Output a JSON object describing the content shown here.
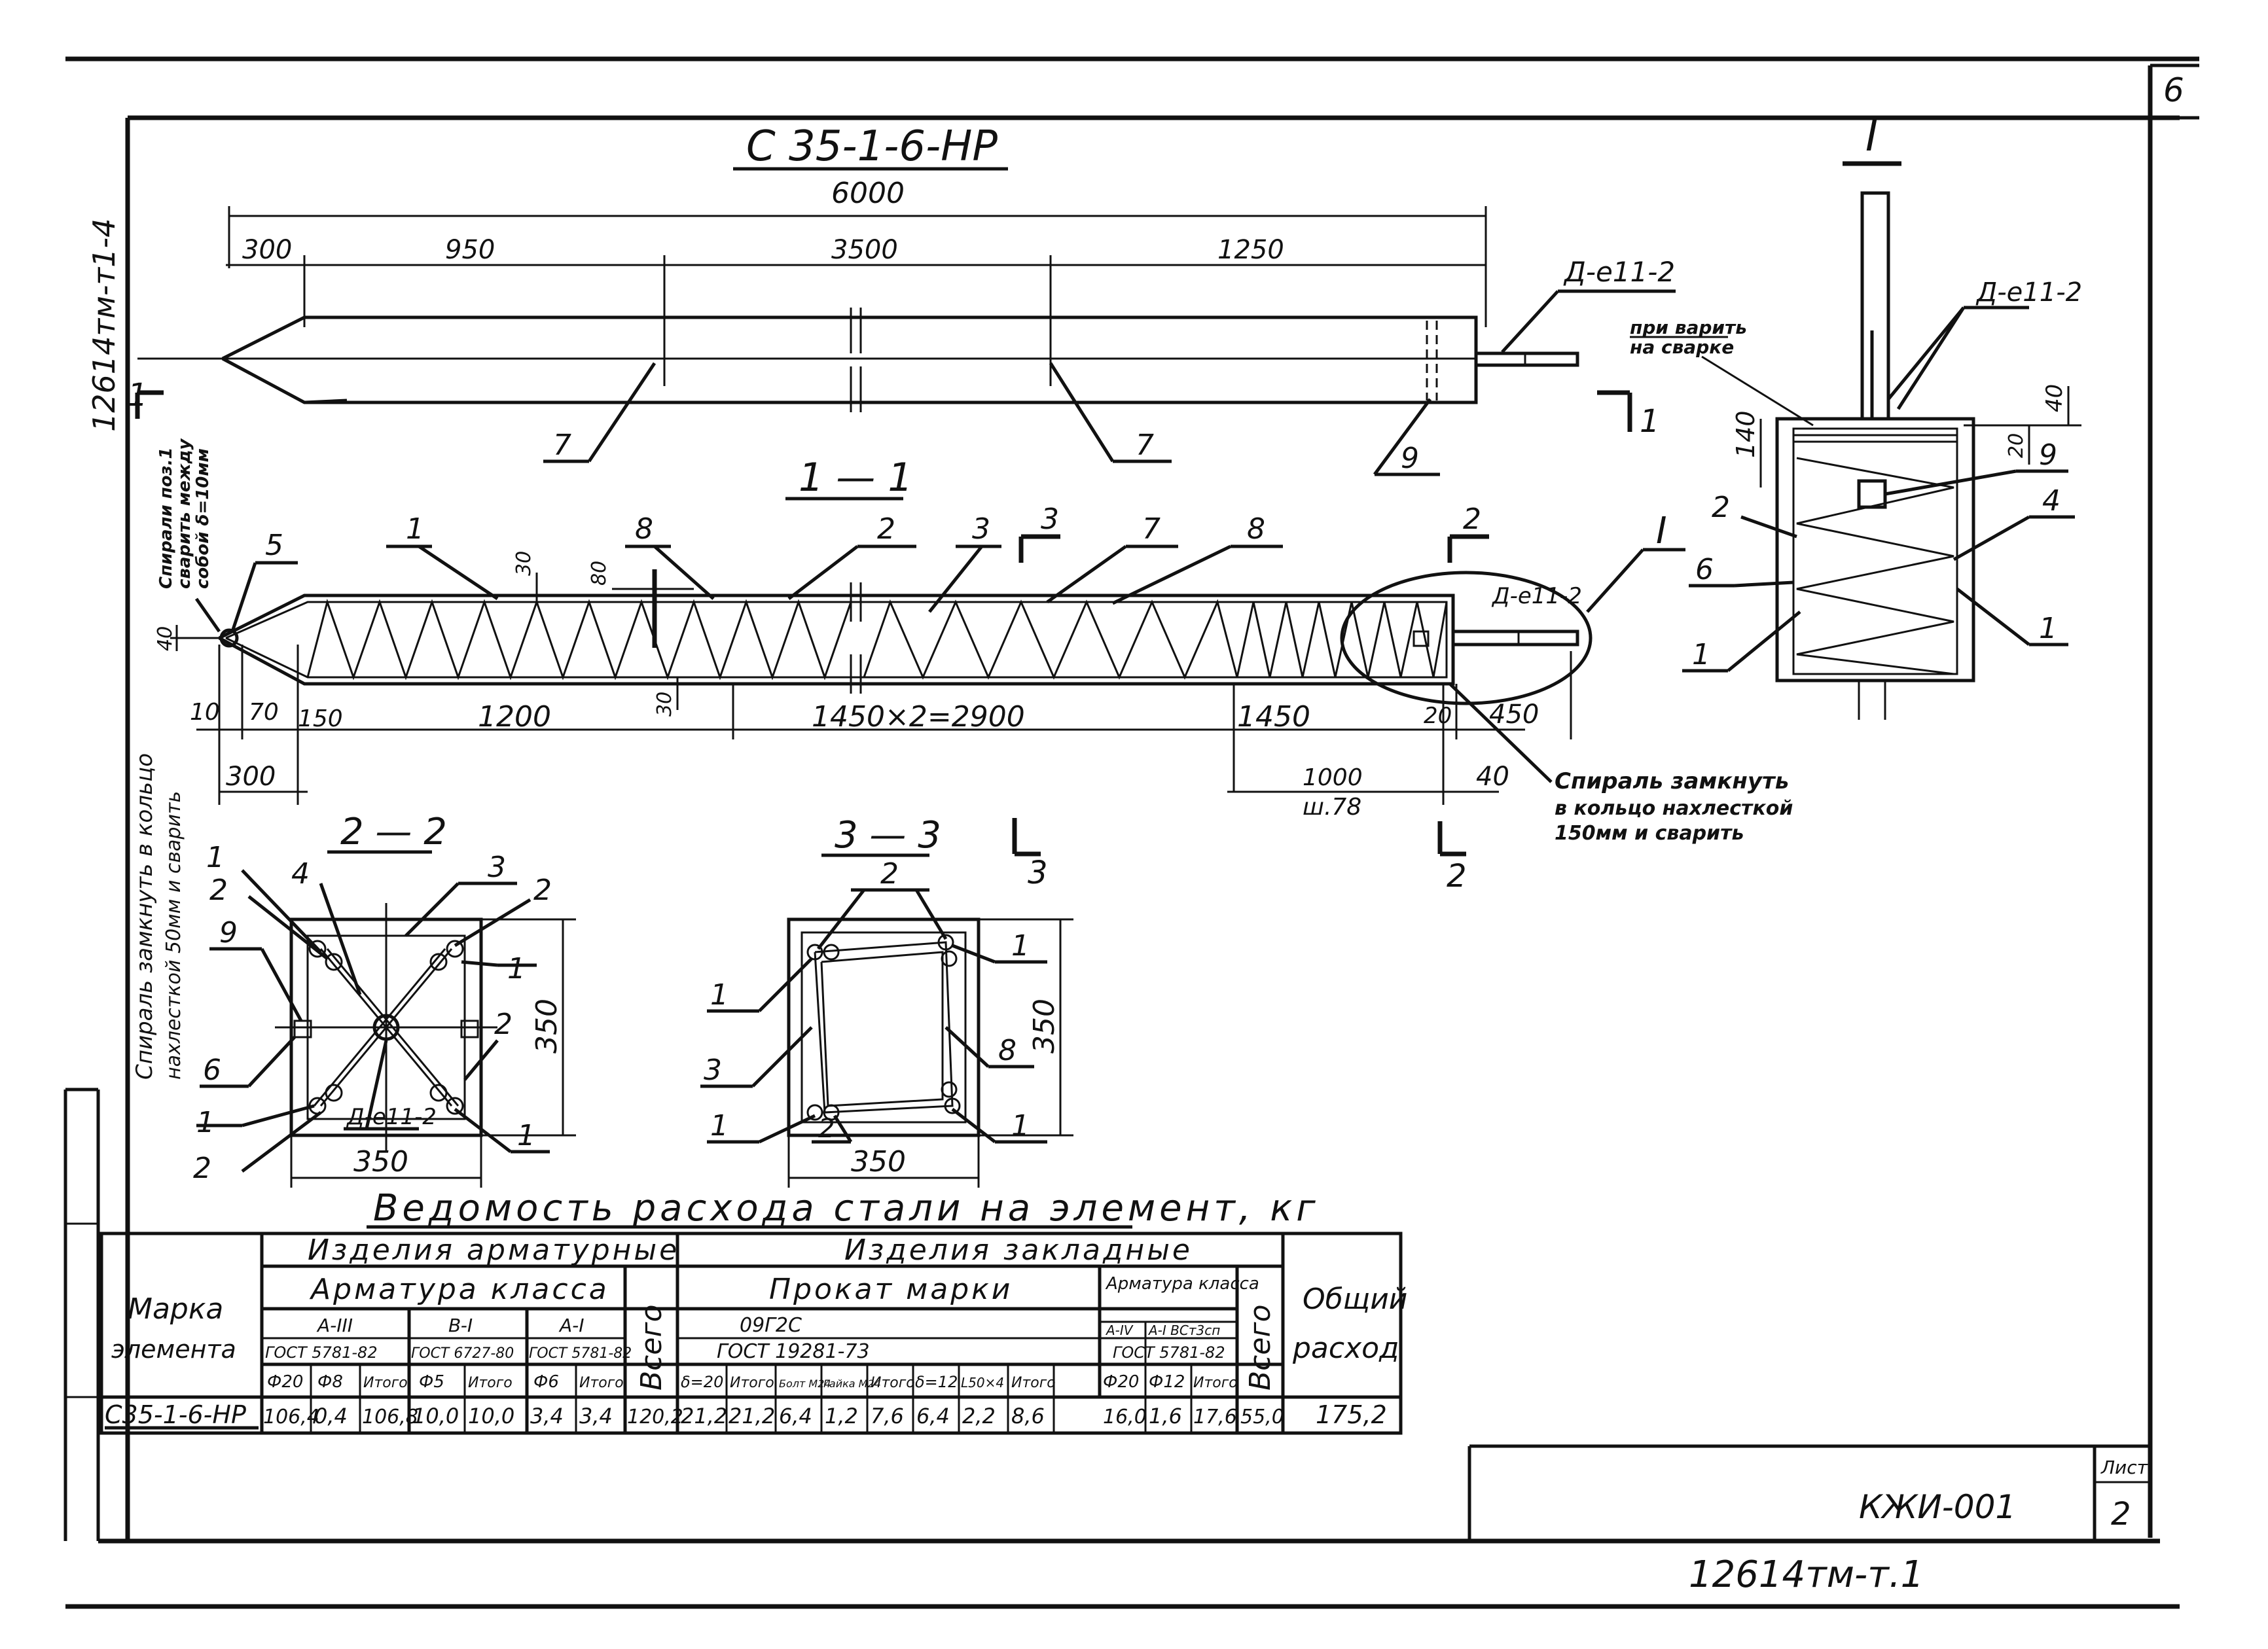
{
  "sheet": {
    "page_number": "6",
    "margin_note": "12614тм-т1-4",
    "bottom_note": "12614тм-т.1"
  },
  "elevation": {
    "title": "С 35-1-6-НР",
    "total_length": "6000",
    "segments": [
      "300",
      "950",
      "3500",
      "1250"
    ],
    "label_d": "Д-е11-2",
    "callouts": [
      "7",
      "7",
      "9"
    ],
    "section_marks": [
      "1",
      "1"
    ]
  },
  "section11": {
    "title": "1 — 1",
    "callouts_top": [
      "5",
      "1",
      "8",
      "2",
      "3",
      "7",
      "8"
    ],
    "dims_small": [
      "30",
      "80",
      "30",
      "40"
    ],
    "cut3": "3",
    "cut2": "2",
    "roman": "I",
    "label_d": "Д-е11-2",
    "bottom_dims": [
      "10",
      "70",
      "150",
      "1200",
      "1450×2=2900",
      "1450",
      "20",
      "450"
    ],
    "dim_300": "300",
    "dim_1000": "1000",
    "dim_sh": "ш.78",
    "dim_40": "40",
    "note_right": [
      "Спираль замкнуть",
      "в кольцо нахлесткой",
      "150мм и сварить"
    ],
    "note_left_a": [
      "Спирали поз.1",
      "сварить между",
      "собой δ=10мм"
    ],
    "note_left_b": [
      "Спираль замкнуть в кольцо",
      "нахлесткой 50мм и сварить"
    ],
    "bottom_cut2": "2",
    "bottom_cut3": "3"
  },
  "detail1": {
    "roman": "I",
    "label_d": "Д-е11-2",
    "note": [
      "при варить",
      "на сварке"
    ],
    "dims": [
      "140",
      "40",
      "20"
    ],
    "callouts": [
      "2",
      "6",
      "1",
      "9",
      "4",
      "1"
    ]
  },
  "section22": {
    "title": "2 — 2",
    "callouts": [
      "1",
      "2",
      "4",
      "3",
      "2",
      "9",
      "1",
      "6",
      "2",
      "1",
      "2",
      "1"
    ],
    "label_d": "Д-е11-2",
    "dim_w": "350",
    "dim_h": "350"
  },
  "section33": {
    "title": "3 — 3",
    "callouts": [
      "2",
      "1",
      "1",
      "8",
      "3",
      "1",
      "2",
      "1"
    ],
    "dim_w": "350",
    "dim_h": "350"
  },
  "table": {
    "title": "Ведомость расхода стали на элемент, кг",
    "h_reinf_products": "Изделия арматурные",
    "h_embed_products": "Изделия закладные",
    "h_reinf_class": "Арматура класса",
    "h_rolled": "Прокат марки",
    "h_reinf_class2": "Арматура класса",
    "h_mark": [
      "Марка",
      "элемента"
    ],
    "h_total": "Всего",
    "h_total2": "Всего",
    "h_overall": [
      "Общий",
      "расход"
    ],
    "cls": [
      "A-III",
      "B-I",
      "A-I"
    ],
    "gost": [
      "ГОСТ 5781-82",
      "ГОСТ 6727-80",
      "ГОСТ 5781-82"
    ],
    "steel": "09Г2С",
    "gost_rolled": "ГОСТ 19281-73",
    "cls2": [
      "A-IV",
      "A-I ВСт3сп"
    ],
    "gost2": "ГОСТ 5781-82",
    "sub": [
      "Ф20",
      "Ф8",
      "Итого",
      "Ф5",
      "Итого",
      "Ф6",
      "Итого",
      "δ=20",
      "Итого",
      "Болт М24",
      "Гайка М24",
      "Итого",
      "δ=12",
      "L50×4",
      "Итого",
      "Ф20",
      "Ф12",
      "Итого"
    ],
    "row_mark": "С35-1-6-НР",
    "row": [
      "106,4",
      "0,4",
      "106,8",
      "10,0",
      "10,0",
      "3,4",
      "3,4",
      "120,2",
      "21,2",
      "21,2",
      "6,4",
      "1,2",
      "7,6",
      "6,4",
      "2,2",
      "8,6",
      "16,0",
      "1,6",
      "17,6",
      "55,0",
      "175,2"
    ]
  },
  "stamp": {
    "code": "КЖИ-001",
    "sheet_label": "Лист",
    "sheet_no": "2"
  }
}
